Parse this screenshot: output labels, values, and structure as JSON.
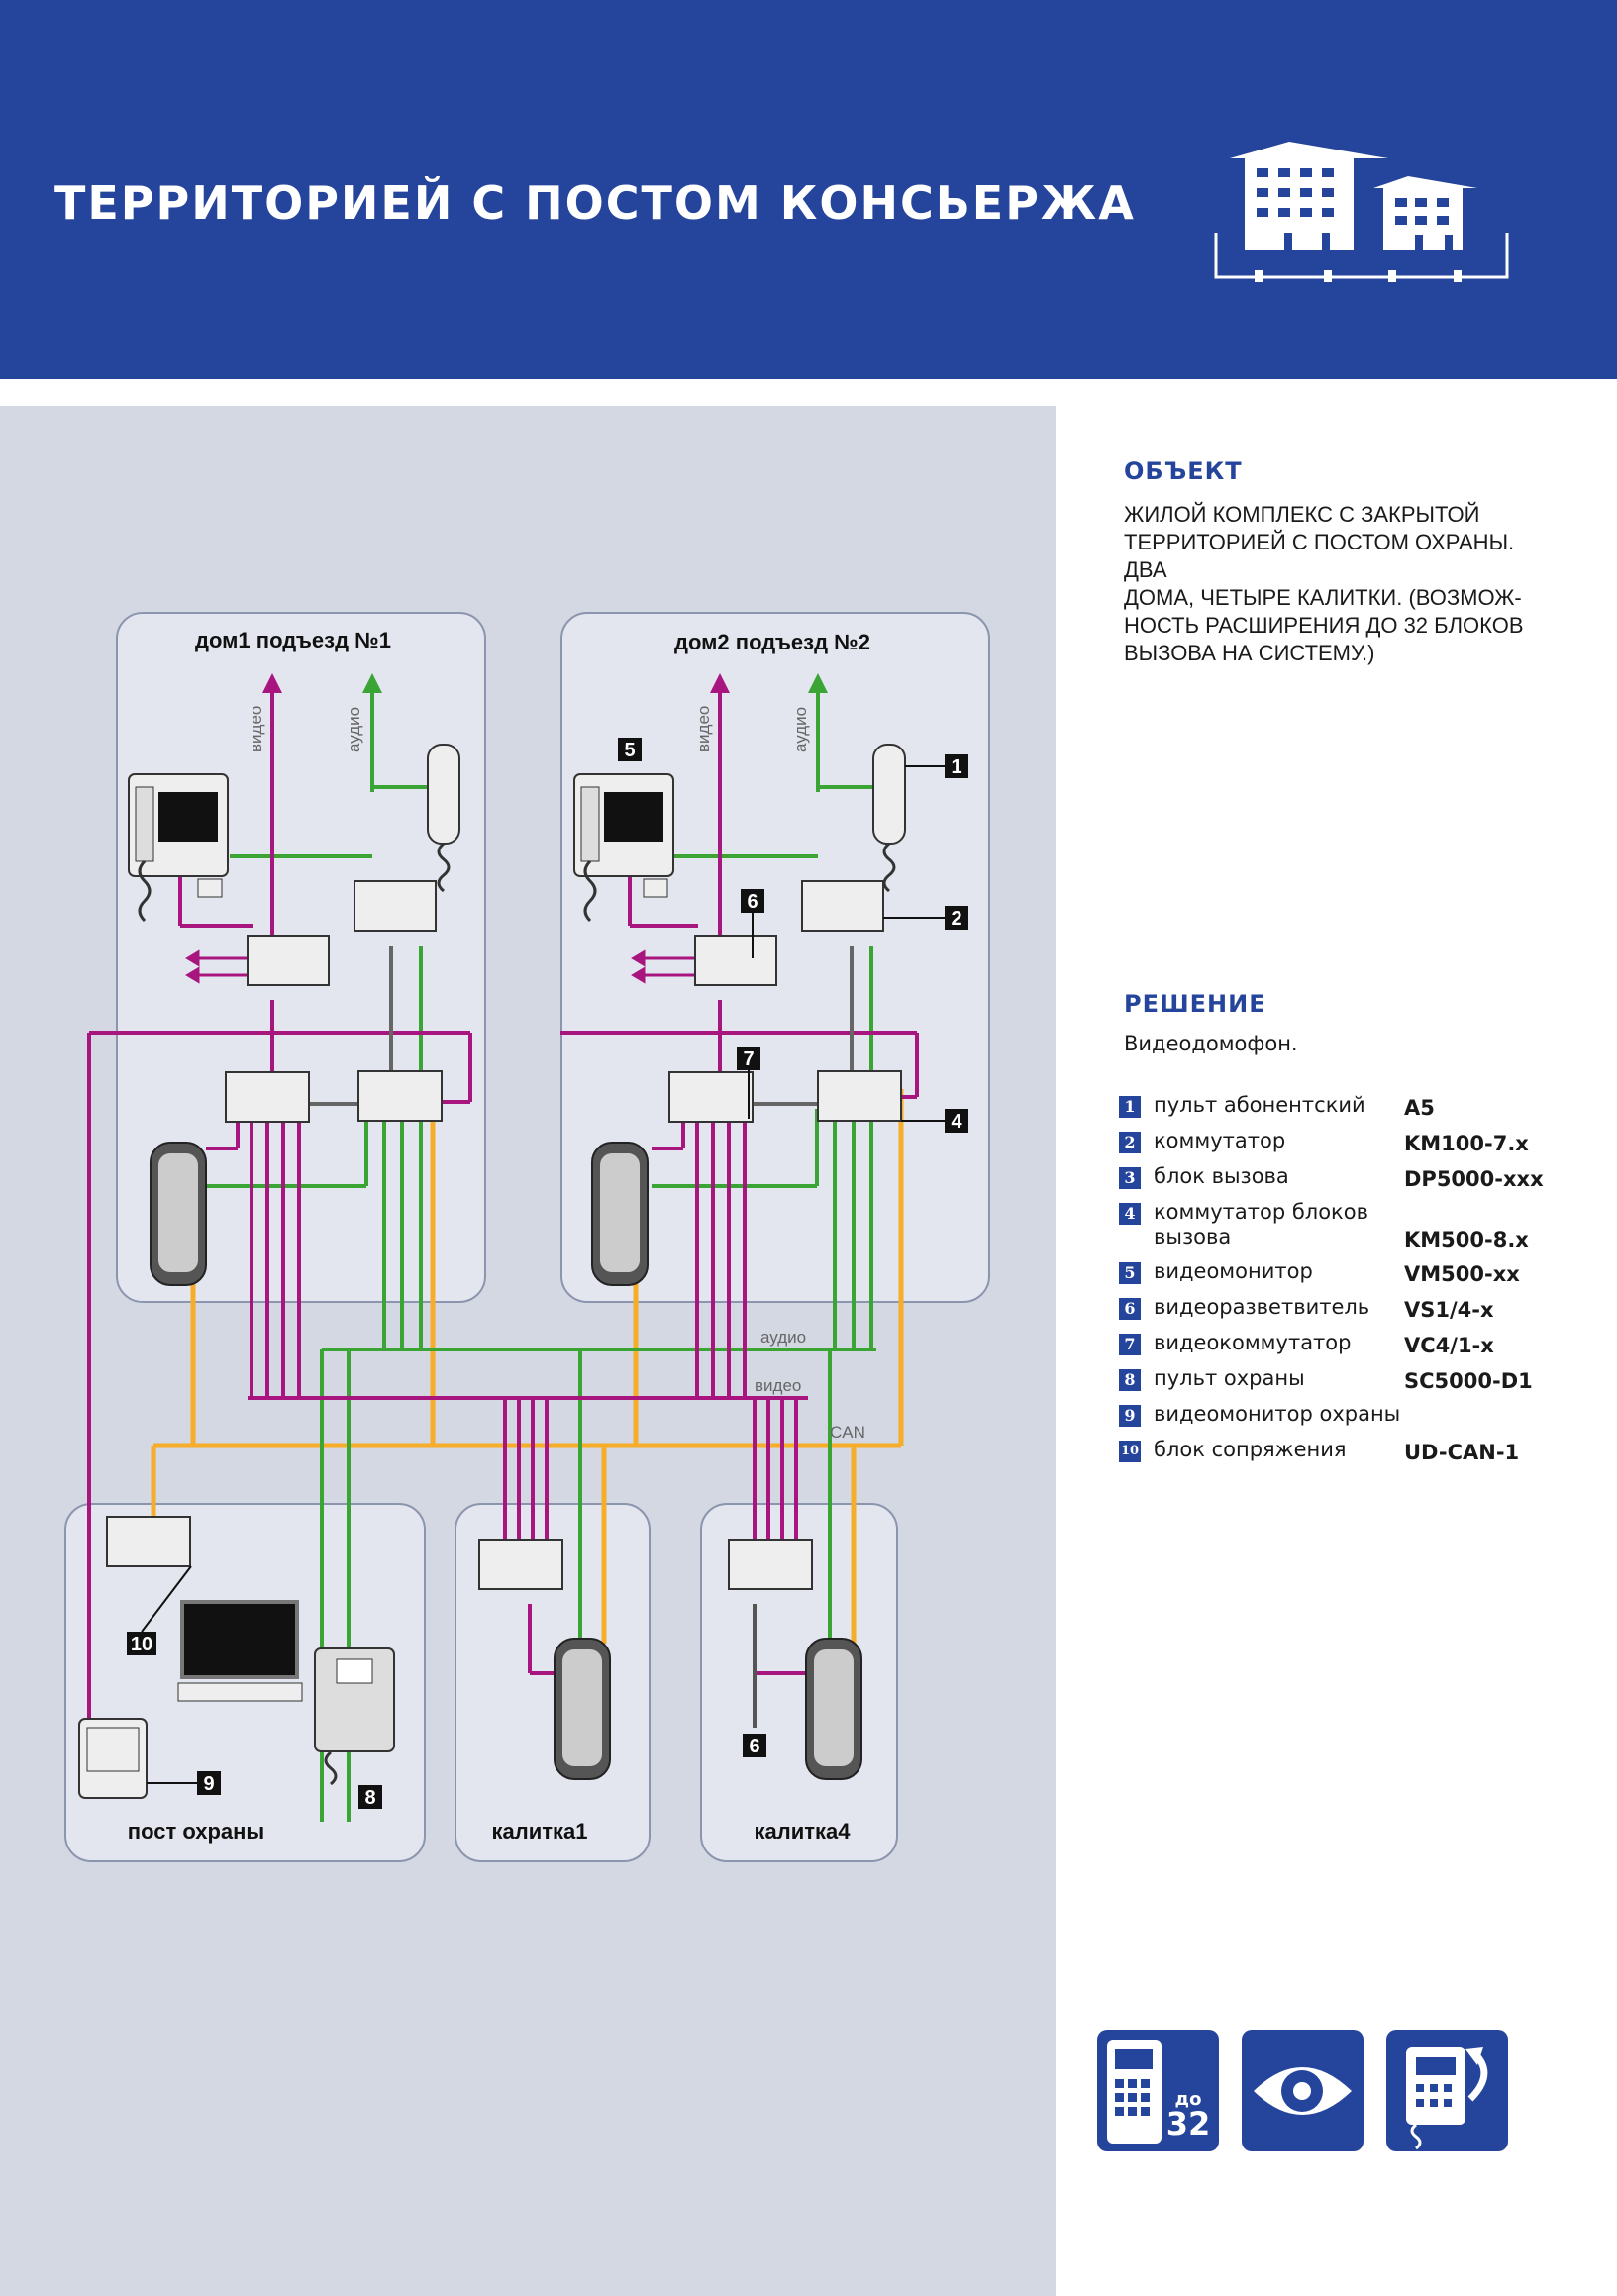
{
  "header": {
    "title": "ТЕРРИТОРИЕЙ С ПОСТОМ КОНСЬЕРЖА"
  },
  "object": {
    "heading": "ОБЪЕКТ",
    "text": "ЖИЛОЙ КОМПЛЕКС С ЗАКРЫТОЙ\nТЕРРИТОРИЕЙ С ПОСТОМ ОХРАНЫ. ДВА\nДОМА, ЧЕТЫРЕ КАЛИТКИ. (ВОЗМОЖ-\nНОСТЬ РАСШИРЕНИЯ ДО 32 БЛОКОВ\nВЫЗОВА НА СИСТЕМУ.)"
  },
  "solution": {
    "heading": "РЕШЕНИЕ",
    "text": "Видеодомофон."
  },
  "legend": [
    {
      "num": "1",
      "name": "пульт абонентский",
      "model": "A5"
    },
    {
      "num": "2",
      "name": "коммутатор",
      "model": "KM100-7.x"
    },
    {
      "num": "3",
      "name": "блок вызова",
      "model": "DP5000-xxx"
    },
    {
      "num": "4",
      "name": "коммутатор блоков\nвызова",
      "model": "KM500-8.x"
    },
    {
      "num": "5",
      "name": "видеомонитор",
      "model": "VM500-xx"
    },
    {
      "num": "6",
      "name": "видеоразветвитель",
      "model": "VS1/4-x"
    },
    {
      "num": "7",
      "name": "видеокоммутатор",
      "model": "VC4/1-x"
    },
    {
      "num": "8",
      "name": "пульт охраны",
      "model": "SC5000-D1"
    },
    {
      "num": "9",
      "name": "видеомонитор охраны",
      "model": ""
    },
    {
      "num": "10",
      "name": "блок сопряжения",
      "model": "UD-CAN-1"
    }
  ],
  "diagram": {
    "zones": {
      "house1": "дом1 подъезд №1",
      "house2": "дом2 подъезд №2",
      "guard": "пост охраны",
      "gate1": "калитка1",
      "gate4": "калитка4"
    },
    "wire_labels": {
      "video": "видео",
      "audio": "аудио",
      "can": "CAN"
    },
    "markers": {
      "m1": "1",
      "m2": "2",
      "m4": "4",
      "m5": "5",
      "m6a": "6",
      "m6b": "6",
      "m7": "7",
      "m8": "8",
      "m9": "9",
      "m10": "10"
    },
    "wire_colors": {
      "video": "#a8157e",
      "audio": "#3aa535",
      "can": "#f5ad2a",
      "gray": "#666666"
    }
  },
  "bottom_icons": {
    "icon1_prefix": "до",
    "icon1_count": "32"
  }
}
